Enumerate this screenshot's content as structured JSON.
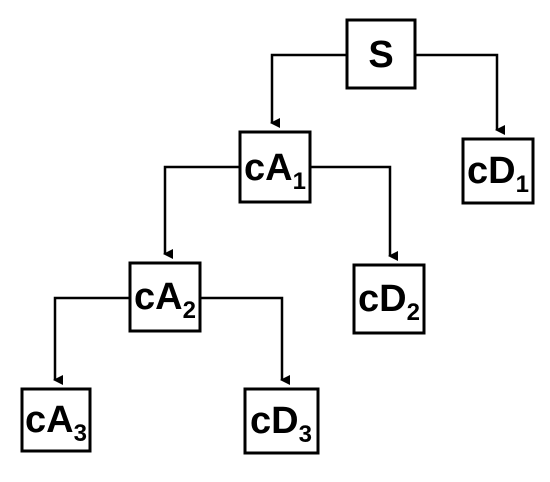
{
  "diagram": {
    "type": "tree",
    "nodes": [
      {
        "id": "S",
        "base": "S",
        "sub": ""
      },
      {
        "id": "cA1",
        "base": "cA",
        "sub": "1"
      },
      {
        "id": "cD1",
        "base": "cD",
        "sub": "1"
      },
      {
        "id": "cA2",
        "base": "cA",
        "sub": "2"
      },
      {
        "id": "cD2",
        "base": "cD",
        "sub": "2"
      },
      {
        "id": "cA3",
        "base": "cA",
        "sub": "3"
      },
      {
        "id": "cD3",
        "base": "cD",
        "sub": "3"
      }
    ],
    "edges": [
      {
        "from": "S",
        "to": "cA1"
      },
      {
        "from": "S",
        "to": "cD1"
      },
      {
        "from": "cA1",
        "to": "cA2"
      },
      {
        "from": "cA1",
        "to": "cD2"
      },
      {
        "from": "cA2",
        "to": "cA3"
      },
      {
        "from": "cA2",
        "to": "cD3"
      }
    ]
  }
}
